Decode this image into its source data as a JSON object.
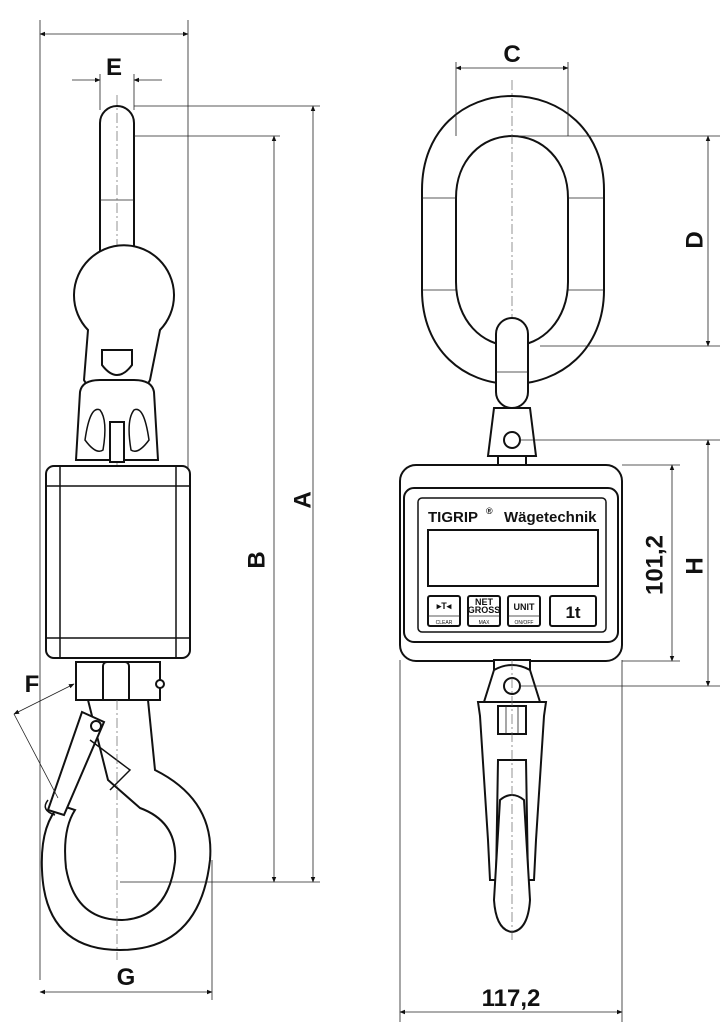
{
  "dimensions": {
    "A": "A",
    "B": "B",
    "C": "C",
    "D": "D",
    "E": "E",
    "F": "F",
    "G": "G",
    "H": "H",
    "display_height": "101,2",
    "total_width": "117,2"
  },
  "device": {
    "brand": "TIGRIP",
    "registered_mark": "®",
    "subtitle": "Wägetechnik",
    "capacity": "1t",
    "keys": [
      {
        "top": "▸T◂",
        "bottom": "CLEAR"
      },
      {
        "top": "NET",
        "top2": "GROSS",
        "bottom": "MAX"
      },
      {
        "top": "UNIT",
        "bottom": "ON/OFF"
      }
    ]
  }
}
